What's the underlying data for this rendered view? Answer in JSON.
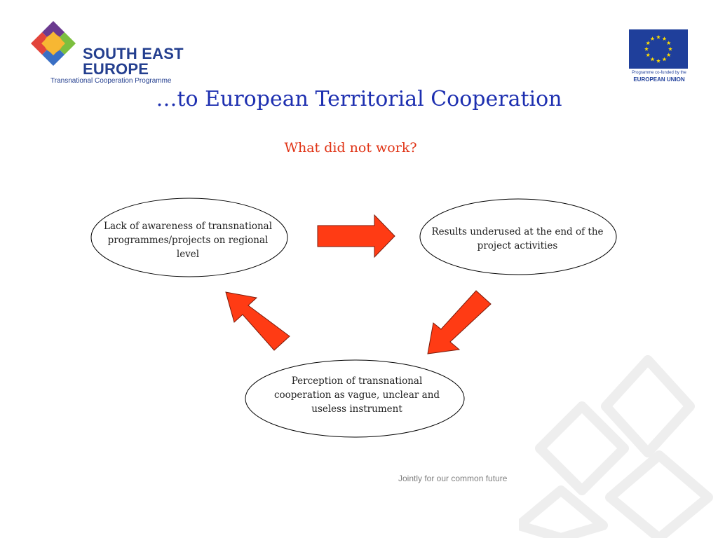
{
  "logos": {
    "see": {
      "name_line1": "SOUTH EAST",
      "name_line2": "EUROPE",
      "tagline": "Transnational Cooperation Programme",
      "icon": "see-flower-logo",
      "colors": [
        "#f5a623",
        "#e2443b",
        "#6b3a8f",
        "#7cbf3f",
        "#243f8f"
      ]
    },
    "eu": {
      "caption_line1": "Programme co-funded by the",
      "caption_line2": "EUROPEAN UNION",
      "icon": "eu-flag-icon",
      "flag_color": "#1f3f9b",
      "star_color": "#ffdd00"
    }
  },
  "slide": {
    "title": "…to European Territorial Cooperation",
    "subtitle": "What did not work?",
    "footer": "Jointly for our common future"
  },
  "cycle": {
    "nodes": [
      {
        "text": "Lack of awareness of transnational programmes/projects on regional level"
      },
      {
        "text": "Results underused at the end of the project activities"
      },
      {
        "text": "Perception of transnational cooperation as vague, unclear and useless instrument"
      }
    ],
    "arrow_color": "#ff3b14",
    "arrow_icons": [
      "arrow-right-icon",
      "arrow-down-left-icon",
      "arrow-up-left-icon"
    ]
  }
}
